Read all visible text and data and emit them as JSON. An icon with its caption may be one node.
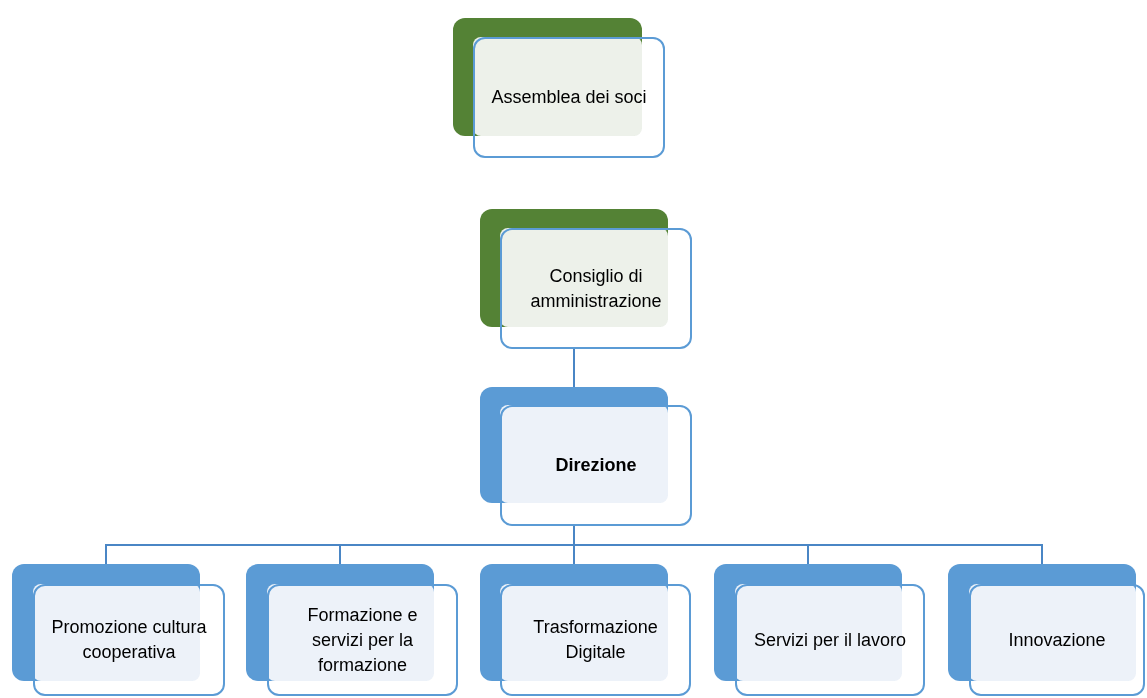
{
  "diagram": {
    "nodes": [
      {
        "text": [
          "Assemblea dei soci"
        ]
      },
      {
        "text": [
          "Consiglio di amministrazione"
        ]
      },
      {
        "text": [
          "Direzione"
        ]
      },
      {
        "text": [
          "Promozione cultura cooperativa"
        ]
      },
      {
        "text": [
          "Formazione e servizi per la formazione"
        ]
      },
      {
        "text": [
          "Trasformazione Digitale"
        ]
      },
      {
        "text": [
          "Servizi per il lavoro"
        ]
      },
      {
        "text": [
          "Innovazione"
        ]
      }
    ],
    "edges": [
      {
        "from": 1,
        "to": 2,
        "arrow": "none"
      },
      {
        "from": 2,
        "to": 3,
        "arrow": "none"
      },
      {
        "from": 2,
        "to": 4,
        "arrow": "none"
      },
      {
        "from": 2,
        "to": 5,
        "arrow": "none"
      },
      {
        "from": 2,
        "to": 6,
        "arrow": "none"
      },
      {
        "from": 2,
        "to": 7,
        "arrow": "none"
      }
    ]
  }
}
